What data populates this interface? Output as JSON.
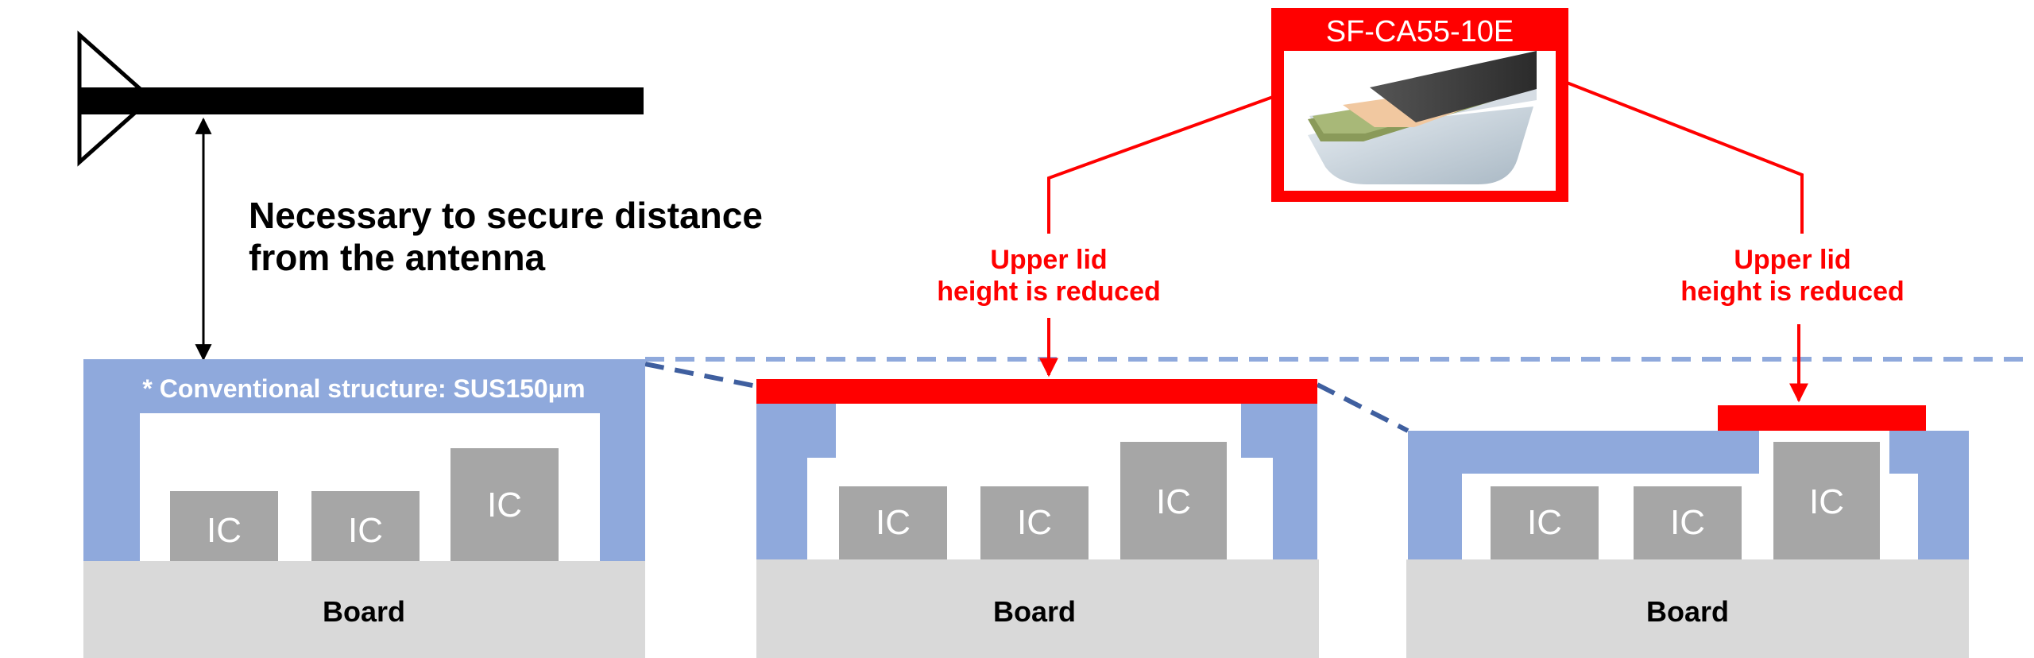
{
  "antenna": {
    "note_line1": "Necessary to secure distance",
    "note_line2": "from the antenna"
  },
  "conventional": {
    "note": "* Conventional structure: SUS150µm",
    "ic_labels": [
      "IC",
      "IC",
      "IC"
    ],
    "board_label": "Board"
  },
  "structure_b": {
    "callout_line1": "Upper lid",
    "callout_line2": "height is reduced",
    "ic_labels": [
      "IC",
      "IC",
      "IC"
    ],
    "board_label": "Board"
  },
  "structure_c": {
    "callout_line1": "Upper lid",
    "callout_line2": "height is reduced",
    "ic_labels": [
      "IC",
      "IC",
      "IC"
    ],
    "board_label": "Board"
  },
  "product": {
    "name": "SF-CA55-10E"
  },
  "colors": {
    "shield": "#8fa9dc",
    "ic": "#a6a6a6",
    "board": "#d9d9d9",
    "accent_red": "#ff0000",
    "dashed_line": "#8fa9dc",
    "dashed_line_dark": "#3f5f9f",
    "text_dark": "#000000",
    "text_white": "#ffffff"
  }
}
